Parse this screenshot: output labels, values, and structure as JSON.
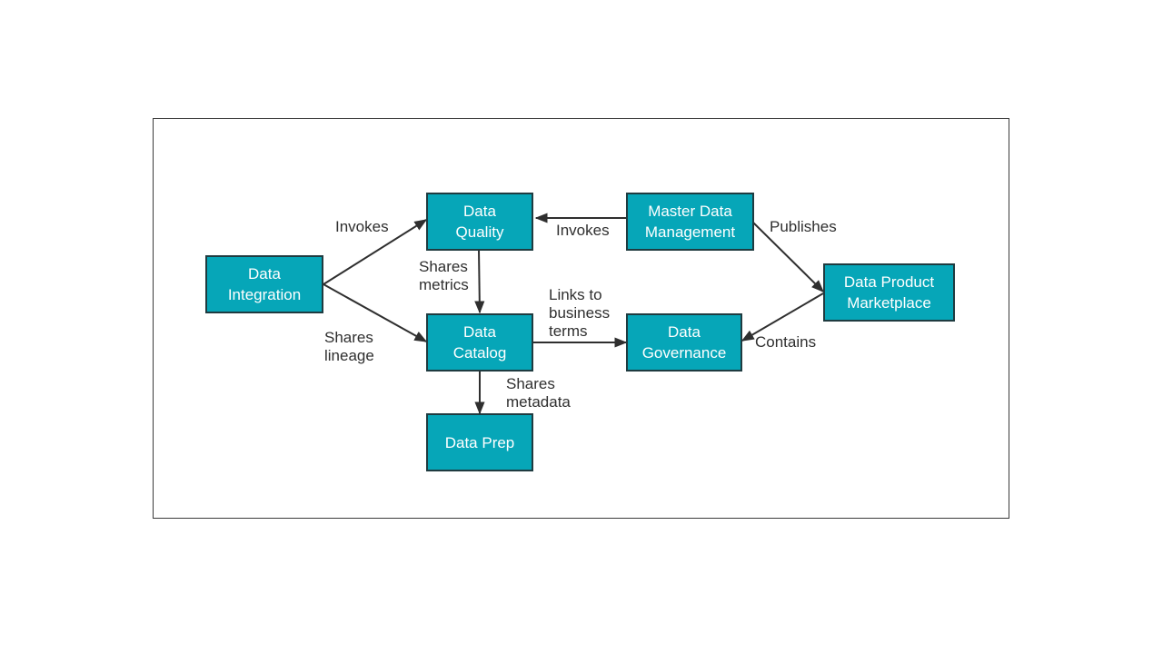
{
  "nodes": {
    "data_integration": "Data\nIntegration",
    "data_quality": "Data\nQuality",
    "master_data_management": "Master Data\nManagement",
    "data_product_marketplace": "Data Product\nMarketplace",
    "data_catalog": "Data\nCatalog",
    "data_governance": "Data\nGovernance",
    "data_prep": "Data Prep"
  },
  "edges": {
    "integration_to_quality": "Invokes",
    "integration_to_catalog": "Shares\nlineage",
    "mdm_to_quality": "Invokes",
    "quality_to_catalog": "Shares\nmetrics",
    "catalog_to_governance": "Links to\nbusiness\nterms",
    "catalog_to_prep": "Shares\nmetadata",
    "mdm_to_marketplace": "Publishes",
    "marketplace_to_governance": "Contains"
  },
  "colors": {
    "node_fill": "#06a6b8",
    "node_border": "#1f3b40",
    "node_text": "#ffffff",
    "edge": "#2f2f2f",
    "label_text": "#2f2f2f"
  }
}
